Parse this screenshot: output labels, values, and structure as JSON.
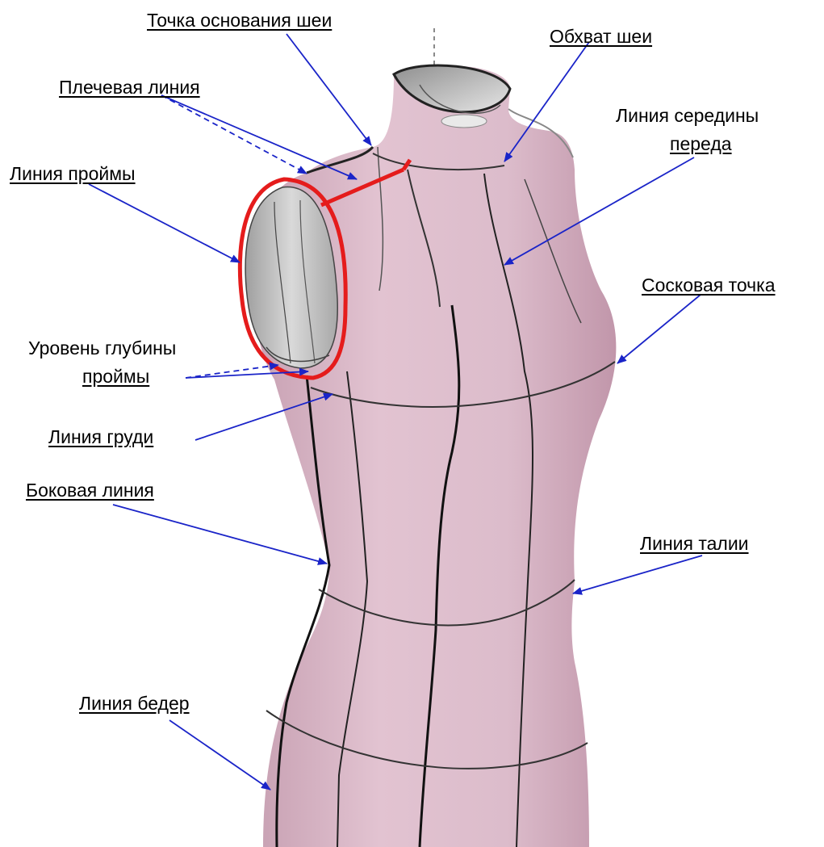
{
  "labels": {
    "neck_base_point": "Точка основания шеи",
    "neck_girth": "Обхват шеи",
    "shoulder_line": "Плечевая линия",
    "center_front_line_1": "Линия середины",
    "center_front_line_2": "переда",
    "armhole_line": "Линия проймы",
    "bust_point": "Сосковая точка",
    "armhole_depth_level_1": "Уровень глубины",
    "armhole_depth_level_2": "проймы",
    "bust_line": "Линия груди",
    "side_line": "Боковая линия",
    "waist_line": "Линия талии",
    "hip_line": "Линия бедер"
  },
  "colors": {
    "body_fill": "#dbb7c7",
    "body_shade": "#c99fb3",
    "inner_gray": "#b9b9b9",
    "contour_line": "#2b2b2b",
    "highlight_red": "#e51c1c",
    "arrow_blue": "#1a24c8",
    "label_text": "#000000"
  }
}
